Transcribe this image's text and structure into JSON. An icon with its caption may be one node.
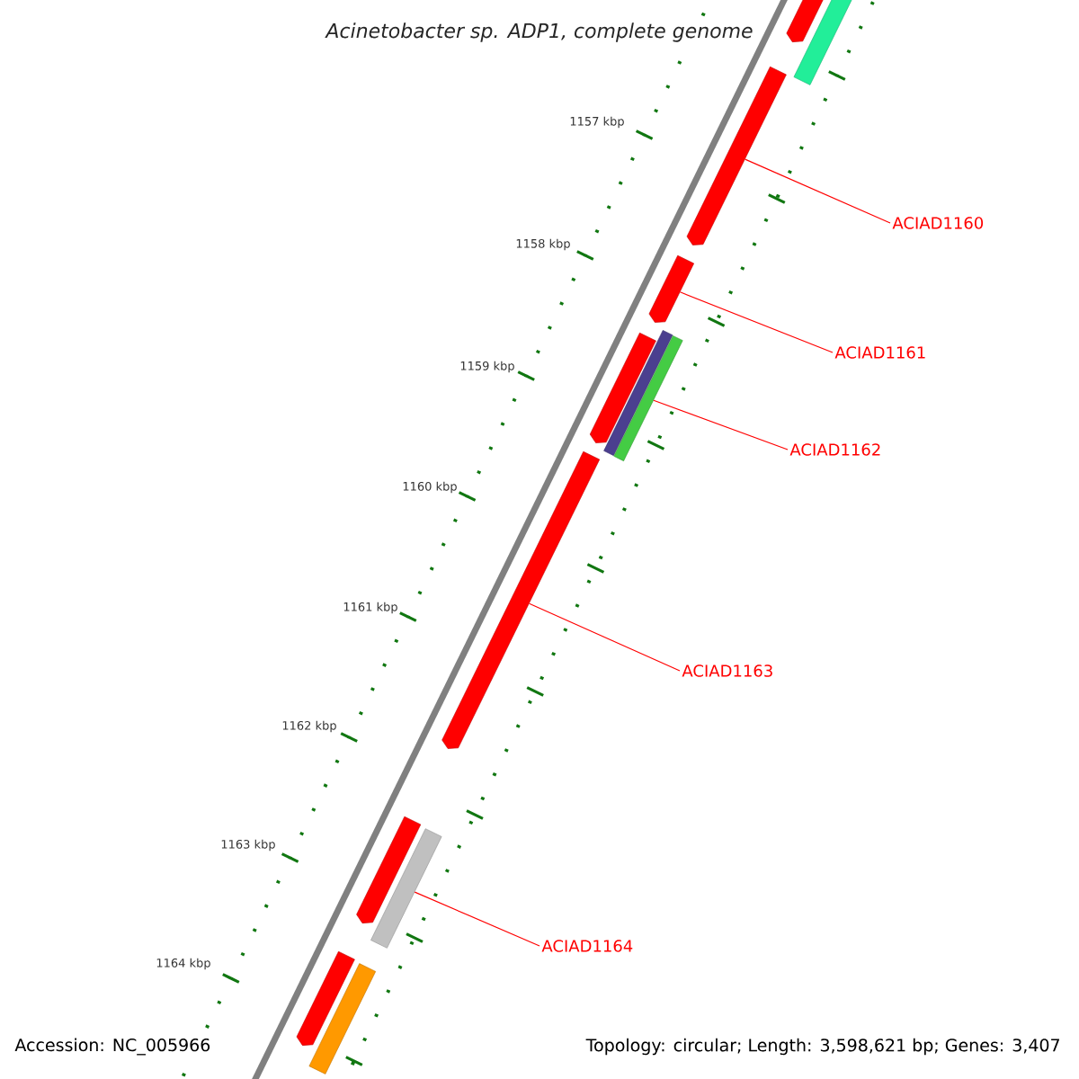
{
  "diagram": {
    "title": "*Acinetobacter* *sp.* ADP1, complete genome",
    "nodes": [
      {
        "text": [],
        "shape": "arrow"
      },
      {
        "text": [],
        "shape": "bar"
      },
      {
        "text": [],
        "shape": "arrow"
      },
      {
        "text": [],
        "shape": "arrow"
      },
      {
        "text": [],
        "shape": "arrow"
      },
      {
        "text": [],
        "shape": "bar"
      },
      {
        "text": [],
        "shape": "bar"
      },
      {
        "text": [],
        "shape": "arrow"
      },
      {
        "text": [],
        "shape": "arrow"
      },
      {
        "text": [],
        "shape": "bar"
      },
      {
        "text": [],
        "shape": "arrow"
      },
      {
        "text": [],
        "shape": "bar"
      },
      {
        "text": [
          "ACIAD1160"
        ]
      },
      {
        "text": [
          "ACIAD1161"
        ]
      },
      {
        "text": [
          "ACIAD1162"
        ]
      },
      {
        "text": [
          "ACIAD1163"
        ]
      },
      {
        "text": [
          "ACIAD1164"
        ]
      }
    ],
    "edges": [
      {
        "from": 12,
        "to": 2,
        "arrow": "none"
      },
      {
        "from": 13,
        "to": 3,
        "arrow": "none"
      },
      {
        "from": 14,
        "to": 6,
        "arrow": "none"
      },
      {
        "from": 15,
        "to": 7,
        "arrow": "none"
      },
      {
        "from": 16,
        "to": 9,
        "arrow": "none"
      }
    ],
    "labels": [
      "1157 kbp",
      "1158 kbp",
      "1159 kbp",
      "1160 kbp",
      "1161 kbp",
      "1162 kbp",
      "1163 kbp",
      "1164 kbp",
      "Accession: NC_005966",
      "Topology: circular; Length: 3,598,621 bp; Genes: 3,407"
    ]
  }
}
